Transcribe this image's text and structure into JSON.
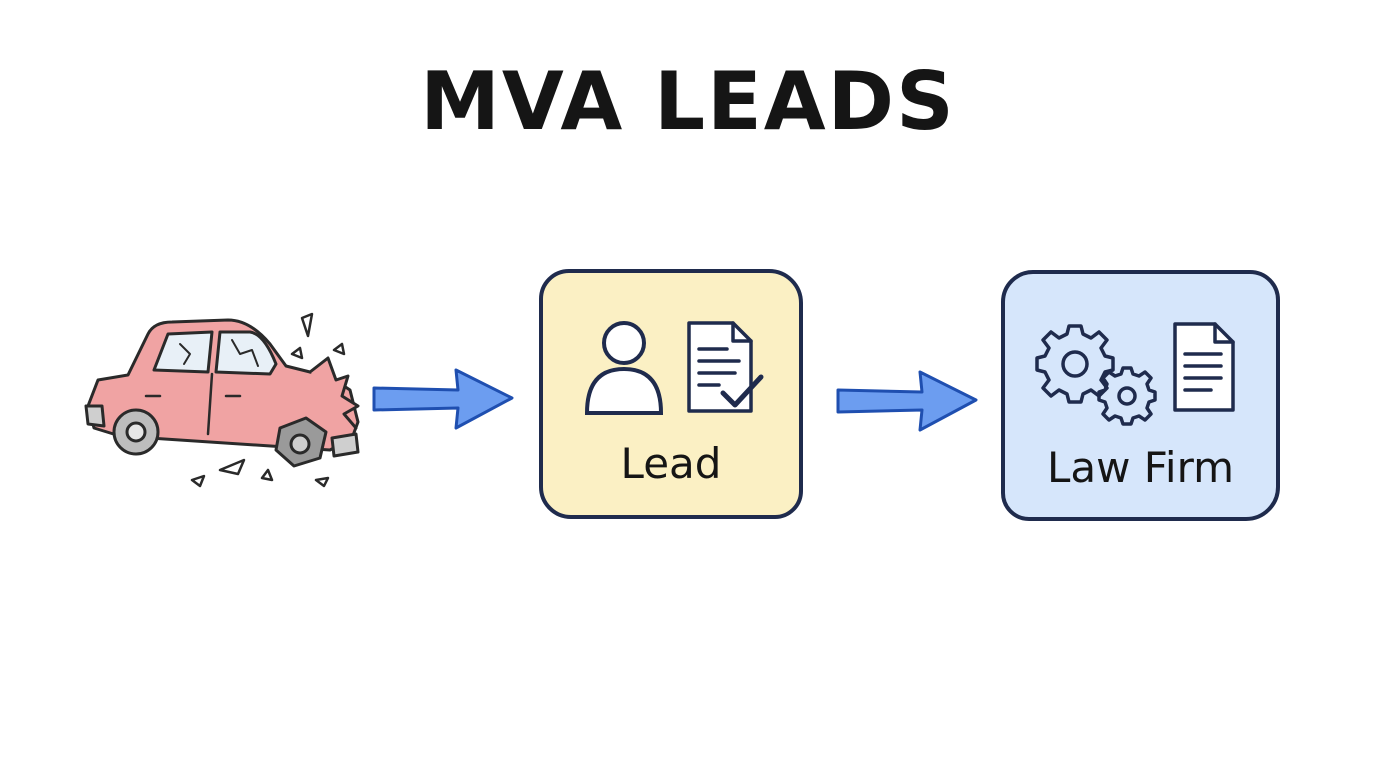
{
  "title": "MVA LEADS",
  "steps": [
    {
      "label": "Lead"
    },
    {
      "label": "Law Firm"
    }
  ],
  "icons": {
    "source": "crashed-car-icon",
    "lead": [
      "person-icon",
      "checked-document-icon"
    ],
    "firm": [
      "gears-icon",
      "document-icon"
    ],
    "connector": "arrow-right-icon"
  },
  "colors": {
    "car": "#f0a3a3",
    "lead_box": "#fbf0c4",
    "firm_box": "#d6e6fb",
    "arrow": "#4c86e6",
    "outline": "#1f2b4d"
  }
}
